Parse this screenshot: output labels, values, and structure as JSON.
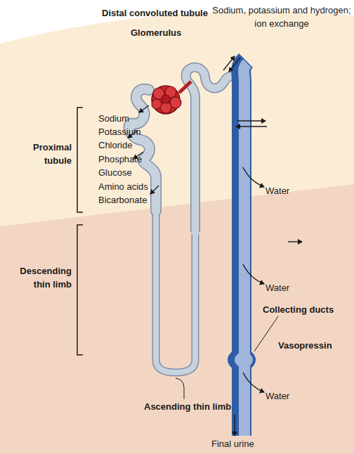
{
  "diagram": {
    "labels": [
      "Distal convoluted tubule",
      "Glomerulus",
      "Sodium, potassium and hydrogen; ion exchange",
      "Proximal tubule",
      "Sodium",
      "Potassium",
      "Chloride",
      "Phosphate",
      "Glucose",
      "Amino acids",
      "Bicarbonate",
      "Water",
      "Descending thin limb",
      "Water",
      "Collecting ducts",
      "Vasopressin",
      "Water",
      "Ascending thin limb",
      "Final urine"
    ]
  }
}
